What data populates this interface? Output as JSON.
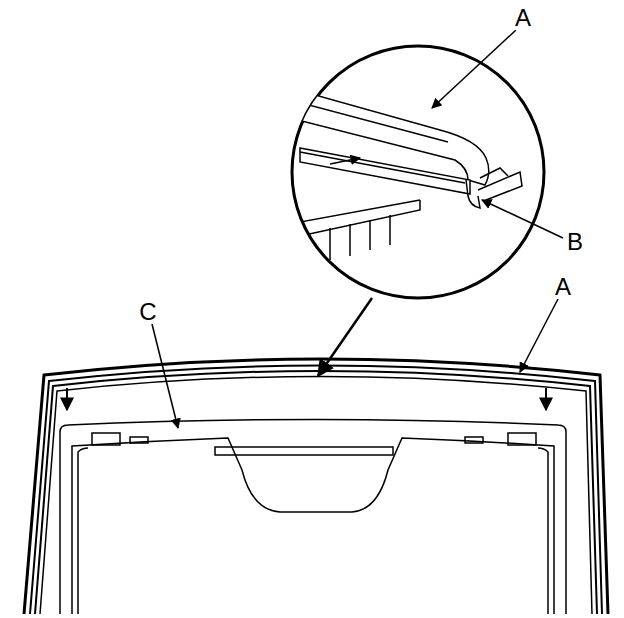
{
  "diagram": {
    "labels": [
      "A",
      "B",
      "A",
      "C"
    ]
  }
}
